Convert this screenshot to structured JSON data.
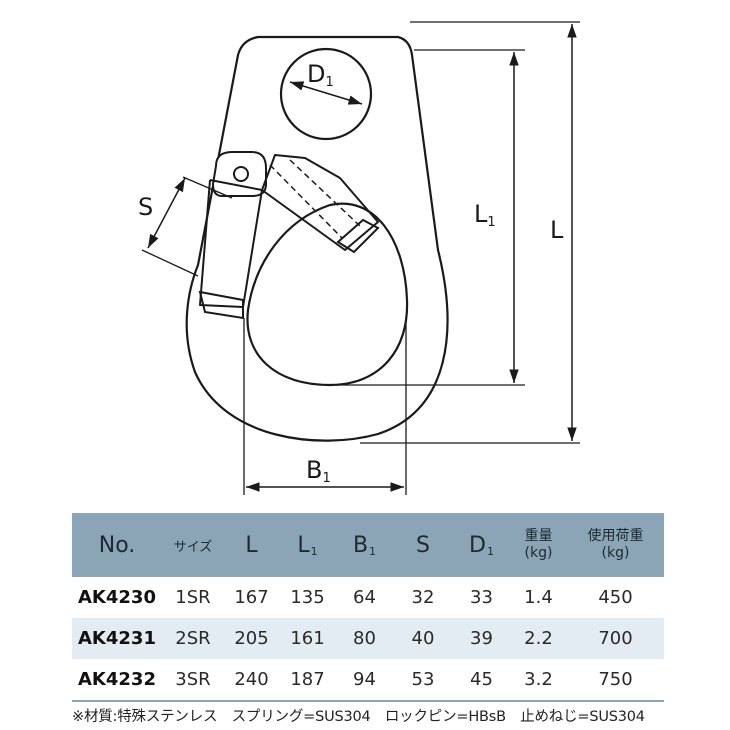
{
  "drawing": {
    "labels": {
      "d1": "D",
      "d1_sub": "1",
      "l1": "L",
      "l1_sub": "1",
      "l": "L",
      "s": "S",
      "b1": "B",
      "b1_sub": "1"
    }
  },
  "table": {
    "headers": {
      "no": "No.",
      "size": "サイズ",
      "l": "L",
      "l1": "L",
      "l1_sub": "1",
      "b1": "B",
      "b1_sub": "1",
      "s": "S",
      "d1": "D",
      "d1_sub": "1",
      "weight_line1": "重量",
      "weight_line2": "(kg)",
      "load_line1": "使用荷重",
      "load_line2": "(kg)"
    },
    "rows": [
      [
        "AK4230",
        "1SR",
        "167",
        "135",
        "64",
        "32",
        "33",
        "1.4",
        "450"
      ],
      [
        "AK4231",
        "2SR",
        "205",
        "161",
        "80",
        "40",
        "39",
        "2.2",
        "700"
      ],
      [
        "AK4232",
        "3SR",
        "240",
        "187",
        "94",
        "53",
        "45",
        "3.2",
        "750"
      ]
    ]
  },
  "footnote": "※材質:特殊ステンレス　スプリング=SUS304　ロックピン=HBsB　止めねじ=SUS304"
}
